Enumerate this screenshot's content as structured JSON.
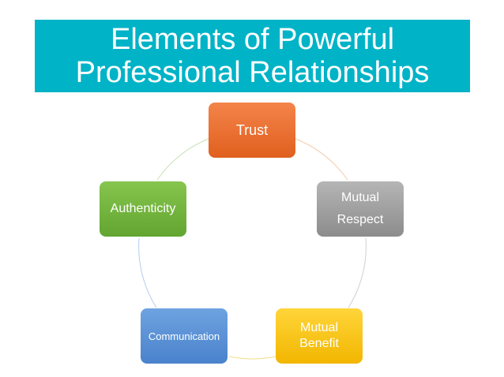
{
  "title": {
    "line1": "Elements of Powerful",
    "line2": "Professional Relationships"
  },
  "nodes": {
    "trust": {
      "label": "Trust"
    },
    "respect": {
      "line1": "Mutual",
      "line2": "Respect"
    },
    "benefit": {
      "line1": "Mutual",
      "line2": "Benefit"
    },
    "communication": {
      "label": "Communication"
    },
    "authenticity": {
      "label": "Authenticity"
    }
  },
  "colors": {
    "banner": "#00b3c7",
    "trust": "#ec7132",
    "respect": "#a5a5a5",
    "benefit": "#ffc000",
    "communication": "#5b93d8",
    "authenticity": "#70b33c"
  }
}
